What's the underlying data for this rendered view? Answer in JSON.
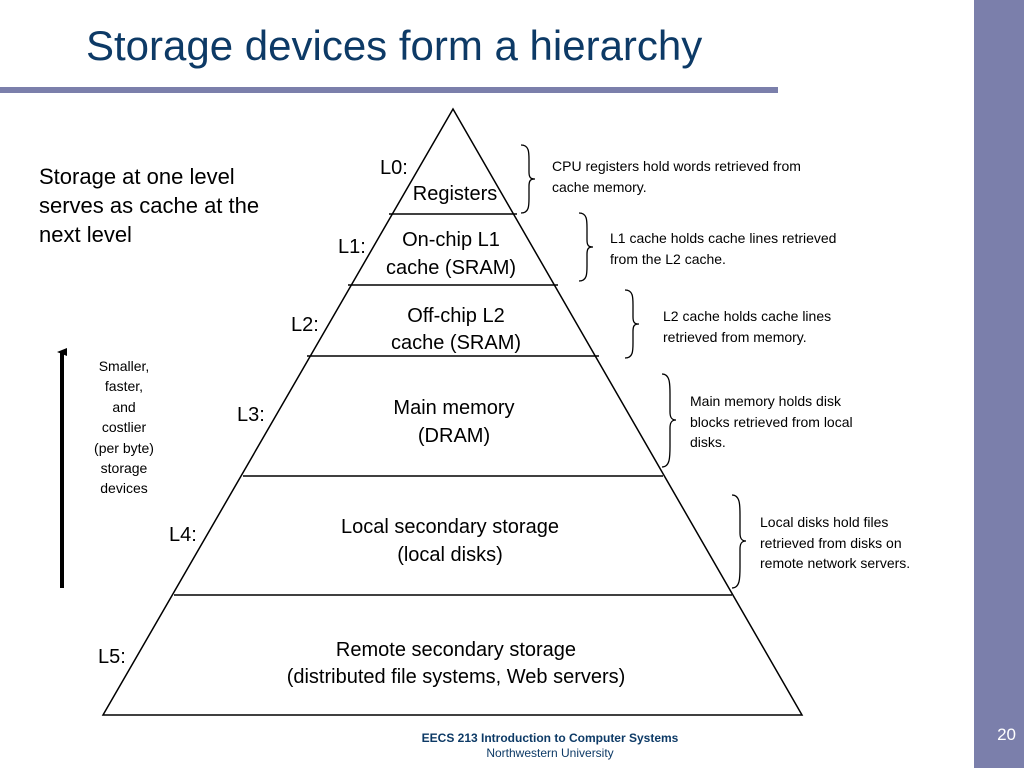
{
  "title": "Storage devices form a hierarchy",
  "side_note": "Storage at one level serves as cache at the next level",
  "arrow_caption": [
    "Smaller,",
    "faster,",
    "and",
    "costlier",
    "(per byte)",
    "storage",
    "devices"
  ],
  "levels": [
    {
      "tag": "L0:",
      "lines": [
        "Registers"
      ],
      "desc": [
        "CPU registers hold words retrieved from",
        "cache memory."
      ]
    },
    {
      "tag": "L1:",
      "lines": [
        "On-chip L1",
        "cache (SRAM)"
      ],
      "desc": [
        "L1 cache holds cache lines retrieved",
        "from the L2 cache."
      ]
    },
    {
      "tag": "L2:",
      "lines": [
        "Off-chip L2",
        "cache (SRAM)"
      ],
      "desc": [
        "L2 cache holds cache lines",
        "retrieved from memory."
      ]
    },
    {
      "tag": "L3:",
      "lines": [
        "Main memory",
        "(DRAM)"
      ],
      "desc": [
        "Main memory holds disk",
        "blocks retrieved from local",
        "disks."
      ]
    },
    {
      "tag": "L4:",
      "lines": [
        "Local secondary storage",
        "(local disks)"
      ],
      "desc": [
        "Local disks hold files",
        "retrieved from disks on",
        "remote network servers."
      ]
    },
    {
      "tag": "L5:",
      "lines": [
        "Remote secondary storage",
        "(distributed file systems, Web servers)"
      ],
      "desc": []
    }
  ],
  "footer": {
    "course": "EECS 213 Introduction to Computer Systems",
    "university": "Northwestern University"
  },
  "page_number": "20",
  "colors": {
    "title": "#0d3a66",
    "accent": "#7b7fab"
  }
}
